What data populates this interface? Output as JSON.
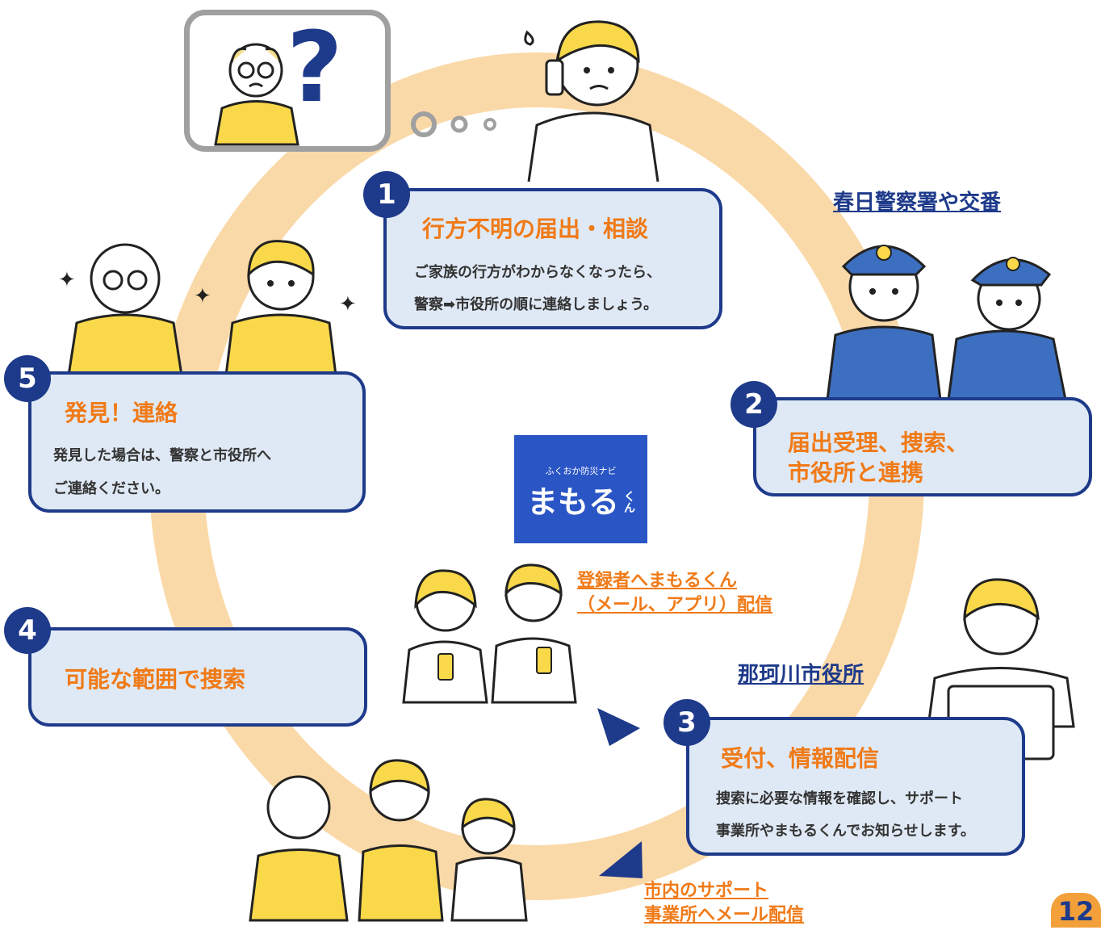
{
  "steps": [
    {
      "num": "1",
      "title": "行方不明の届出・相談",
      "text": [
        "ご家族の行方がわからなくなったら、",
        "警察➡市役所の順に連絡しましょう。"
      ]
    },
    {
      "num": "2",
      "title": [
        "届出受理、捜索、",
        "市役所と連携"
      ]
    },
    {
      "num": "3",
      "title": "受付、情報配信",
      "text": [
        "捜索に必要な情報を確認し、サポート",
        "事業所やまもるくんでお知らせします。"
      ]
    },
    {
      "num": "4",
      "title": "可能な範囲で捜索"
    },
    {
      "num": "5",
      "title": "発見！連絡",
      "text": [
        "発見した場合は、警察と市役所へ",
        "ご連絡ください。"
      ]
    }
  ],
  "labels": {
    "police": "春日警察署や交番",
    "city_hall": "那珂川市役所",
    "registrants": [
      "登録者へまもるくん",
      "（メール、アプリ）配信"
    ],
    "support": [
      "市内のサポート",
      "事業所へメール配信"
    ]
  },
  "bubble": {
    "question_mark": "?"
  },
  "logo": {
    "small": "ふくおか防災ナビ",
    "main": "まもる",
    "suffix": "くん"
  },
  "page_number": "12",
  "colors": {
    "navy": "#1e3a8a",
    "orange": "#f07a17",
    "ring": "#fad9a8",
    "box": "#dfe9f5",
    "yellow": "#f9d94a",
    "police_blue": "#3d6fc0"
  }
}
